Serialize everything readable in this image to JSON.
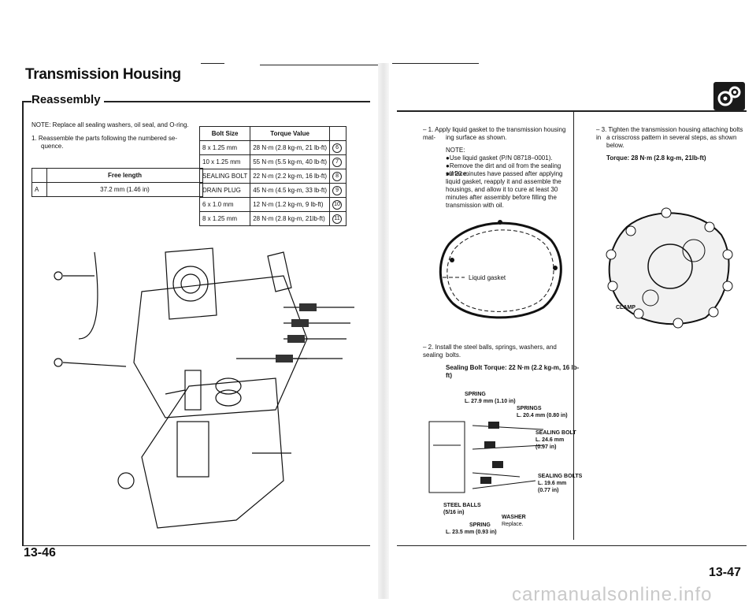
{
  "left_page": {
    "title": "Transmission Housing",
    "subtitle": "Reassembly",
    "note": "NOTE:  Replace all sealing washers, oil seal, and O-ring.",
    "step1_line1": "1.  Reassemble the parts following the numbered se-",
    "step1_line2": "quence.",
    "free_length_table": {
      "header": "Free length",
      "row_label": "A",
      "row_value": "37.2 mm (1.46 in)"
    },
    "torque_table": {
      "headers": [
        "Bolt Size",
        "Torque Value"
      ],
      "rows": [
        {
          "size": "8 x 1.25 mm",
          "torque": "28 N·m (2.8 kg-m, 21 lb-ft)",
          "ref": "6"
        },
        {
          "size": "10 x 1.25 mm",
          "torque": "55 N·m (5.5 kg-m, 40 lb-ft)",
          "ref": "7"
        },
        {
          "size": "SEALING BOLT",
          "torque": "22 N·m (2.2 kg-m, 16 lb-ft)",
          "ref": "8"
        },
        {
          "size": "DRAIN PLUG",
          "torque": "45 N·m (4.5 kg-m, 33 lb-ft)",
          "ref": "9"
        },
        {
          "size": "6 x 1.0 mm",
          "torque": "12 N·m (1.2 kg-m, 9 lb-ft)",
          "ref": "10"
        },
        {
          "size": "8 x 1.25 mm",
          "torque": "28 N·m (2.8 kg-m, 21lb-ft)",
          "ref": "11"
        }
      ]
    },
    "page_number": "13-46"
  },
  "right_page": {
    "step1_line1": "– 1. Apply liquid gasket to the transmission housing mat-",
    "step1_line2": "ing surface as shown.",
    "note_label": "NOTE:",
    "bullets": [
      "Use liquid gasket (P/N 08718–0001).",
      "Remove the dirt and oil from the sealing surface.",
      "If 20 minutes have passed after applying liquid gasket, reapply it and assemble the housings, and allow it to cure at least 30 minutes after assembly before filling the transmission with oil."
    ],
    "liquid_gasket_legend": "Liquid gasket",
    "step2_line1": "– 2. Install the steel balls, springs, washers, and sealing",
    "step2_line2": "bolts.",
    "step2_torque": "Sealing Bolt Torque: 22 N·m (2.2 kg-m, 16 lb-ft)",
    "step3_line1": "– 3. Tighten the transmission housing attaching bolts in",
    "step3_line2": "a crisscross pattern in several steps, as shown",
    "step3_line3": "below.",
    "step3_torque": "Torque: 28 N·m (2.8 kg-m, 21lb-ft)",
    "clamp_label": "CLAMP",
    "callouts": {
      "spring_top": "SPRING",
      "spring_top_len": "L. 27.9 mm (1.10 in)",
      "springs": "SPRINGS",
      "springs_len": "L. 20.4 mm (0.80 in)",
      "sealing_bolt": "SEALING BOLT",
      "sealing_bolt_len1": "L. 24.6 mm",
      "sealing_bolt_len2": "(0.97 in)",
      "sealing_bolts": "SEALING BOLTS",
      "sealing_bolts_len1": "L. 19.6 mm",
      "sealing_bolts_len2": "(0.77 in)",
      "steel_balls": "STEEL BALLS",
      "steel_balls_size": "(5/16 in)",
      "washer": "WASHER",
      "washer_note": "Replace.",
      "spring_bottom": "SPRING",
      "spring_bottom_len": "L. 23.5 mm (0.93 in)"
    },
    "page_number": "13-47"
  },
  "watermark": "carmanualsonline.info",
  "colors": {
    "ink": "#111111",
    "paper": "#ffffff",
    "logo": "#1a1a1a"
  }
}
